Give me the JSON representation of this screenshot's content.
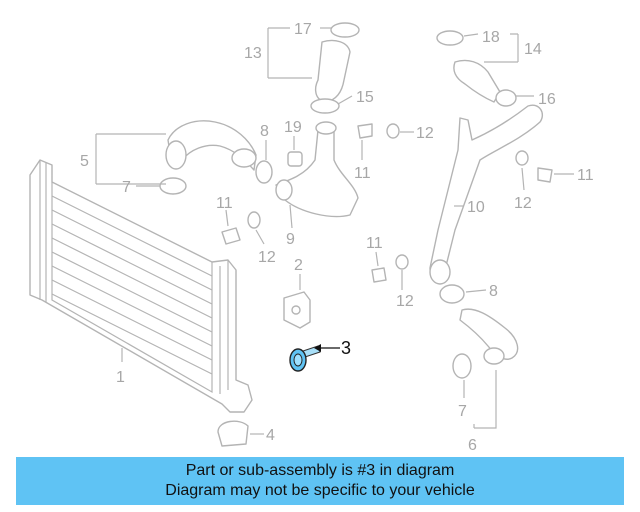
{
  "diagram": {
    "highlighted_callout": "3",
    "highlight_color": "#5fc3f4",
    "callouts": [
      "1",
      "2",
      "3",
      "4",
      "5",
      "6",
      "7",
      "7",
      "8",
      "8",
      "9",
      "10",
      "11",
      "11",
      "11",
      "11",
      "12",
      "12",
      "12",
      "12",
      "13",
      "14",
      "15",
      "16",
      "17",
      "18",
      "19"
    ]
  },
  "caption": {
    "line1": "Part or sub-assembly is #3 in diagram",
    "line2": "Diagram may not be specific to your vehicle",
    "background": "#5fc3f4"
  },
  "labels": {
    "n1": "1",
    "n2": "2",
    "n3": "3",
    "n4": "4",
    "n5": "5",
    "n6": "6",
    "n7a": "7",
    "n7b": "7",
    "n8a": "8",
    "n8b": "8",
    "n9": "9",
    "n10": "10",
    "n11a": "11",
    "n11b": "11",
    "n11c": "11",
    "n11d": "11",
    "n12a": "12",
    "n12b": "12",
    "n12c": "12",
    "n12d": "12",
    "n13": "13",
    "n14": "14",
    "n15": "15",
    "n16": "16",
    "n17": "17",
    "n18": "18",
    "n19": "19"
  }
}
